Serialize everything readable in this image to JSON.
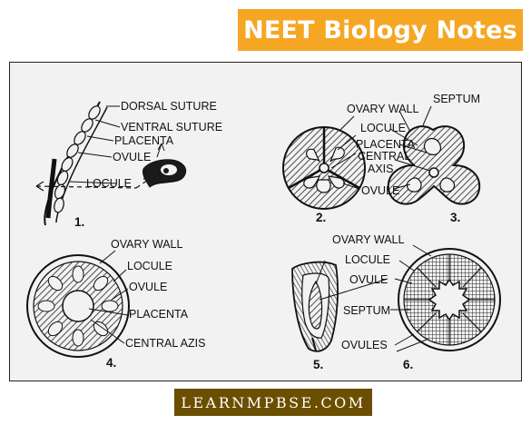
{
  "header": {
    "title": "NEET Biology Notes"
  },
  "footer": {
    "site": "LEARNMPBSE.COM"
  },
  "diagram1": {
    "number": "1.",
    "labels": [
      "DORSAL SUTURE",
      "VENTRAL SUTURE",
      "PLACENTA",
      "OVULE",
      "LOCULE"
    ]
  },
  "diagram2": {
    "number": "2."
  },
  "diagram3": {
    "number": "3."
  },
  "diagram23_labels": [
    "OVARY WALL",
    "SEPTUM",
    "LOCULE",
    "PLACENTA",
    "CENTRAL",
    "AXIS",
    "OVULE"
  ],
  "diagram4": {
    "number": "4.",
    "labels": [
      "OVARY WALL",
      "LOCULE",
      "OVULE",
      "PLACENTA",
      "CENTRAL AZIS"
    ]
  },
  "diagram5": {
    "number": "5."
  },
  "diagram6": {
    "number": "6."
  },
  "diagram56_labels": [
    "OVARY WALL",
    "LOCULE",
    "OVULE",
    "SEPTUM",
    "OVULES"
  ]
}
